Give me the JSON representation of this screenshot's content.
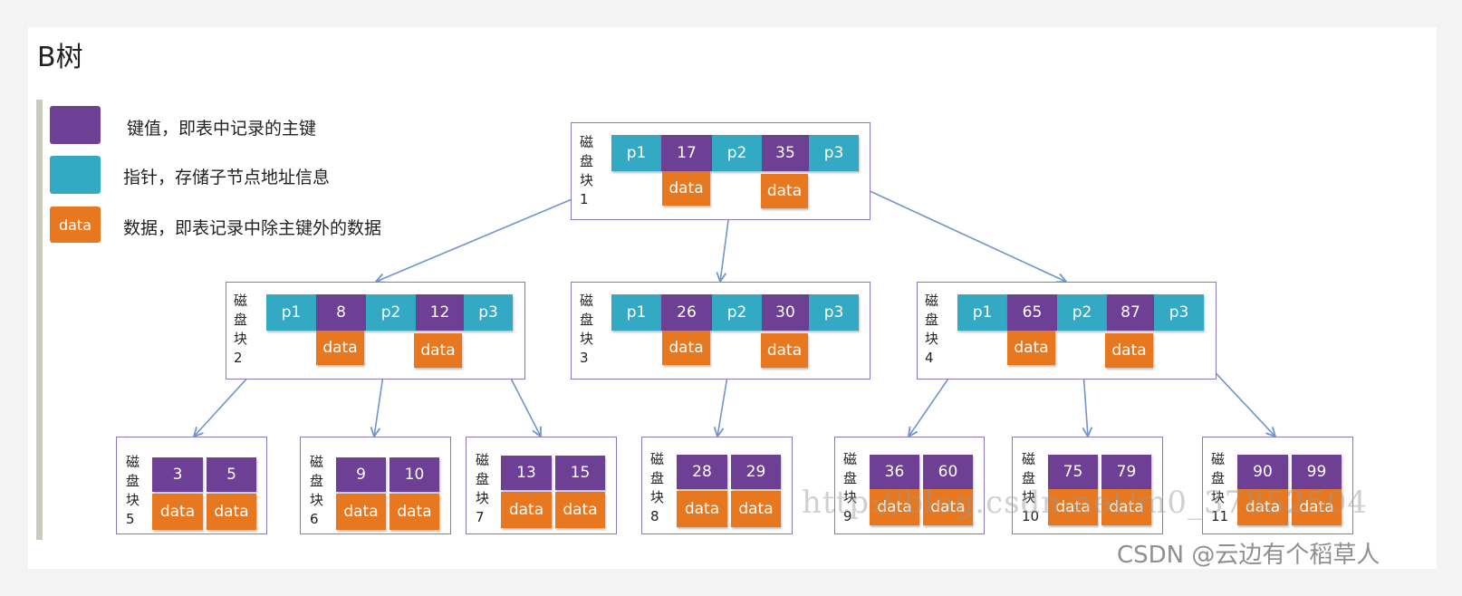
{
  "title": "B树",
  "legend": [
    {
      "color": "#6d3f95",
      "swatch_text": "",
      "text": "键值，即表中记录的主键"
    },
    {
      "color": "#33a9c4",
      "swatch_text": "",
      "text": "指针，存储子节点地址信息"
    },
    {
      "color": "#e8781f",
      "swatch_text": "data",
      "text": "数据，即表记录中除主键外的数据"
    }
  ],
  "colors": {
    "key": "#6d3f95",
    "pointer": "#33a9c4",
    "data": "#e8781f",
    "border": "#8b78b8",
    "arrow": "#6f95cc"
  },
  "internal_blocks": [
    {
      "label": [
        "磁",
        "盘",
        "块",
        "1"
      ],
      "cells": [
        "p1",
        "17",
        "p2",
        "35",
        "p3"
      ],
      "data": "data"
    },
    {
      "label": [
        "磁",
        "盘",
        "块",
        "2"
      ],
      "cells": [
        "p1",
        "8",
        "p2",
        "12",
        "p3"
      ],
      "data": "data"
    },
    {
      "label": [
        "磁",
        "盘",
        "块",
        "3"
      ],
      "cells": [
        "p1",
        "26",
        "p2",
        "30",
        "p3"
      ],
      "data": "data"
    },
    {
      "label": [
        "磁",
        "盘",
        "块",
        "4"
      ],
      "cells": [
        "p1",
        "65",
        "p2",
        "87",
        "p3"
      ],
      "data": "data"
    }
  ],
  "leaf_blocks": [
    {
      "label": [
        "磁",
        "盘",
        "块",
        "5"
      ],
      "keys": [
        "3",
        "5"
      ],
      "data": "data"
    },
    {
      "label": [
        "磁",
        "盘",
        "块",
        "6"
      ],
      "keys": [
        "9",
        "10"
      ],
      "data": "data"
    },
    {
      "label": [
        "磁",
        "盘",
        "块",
        "7"
      ],
      "keys": [
        "13",
        "15"
      ],
      "data": "data"
    },
    {
      "label": [
        "磁",
        "盘",
        "块",
        "8"
      ],
      "keys": [
        "28",
        "29"
      ],
      "data": "data"
    },
    {
      "label": [
        "磁",
        "盘",
        "块",
        "9"
      ],
      "keys": [
        "36",
        "60"
      ],
      "data": "data"
    },
    {
      "label": [
        "磁",
        "盘",
        "块",
        "10"
      ],
      "keys": [
        "75",
        "79"
      ],
      "data": "data"
    },
    {
      "label": [
        "磁",
        "盘",
        "块",
        "11"
      ],
      "keys": [
        "90",
        "99"
      ],
      "data": "data"
    }
  ],
  "watermark_url": "http://blog.csdn.net/m0_37852504",
  "watermark_csdn": "CSDN @云边有个稻草人"
}
